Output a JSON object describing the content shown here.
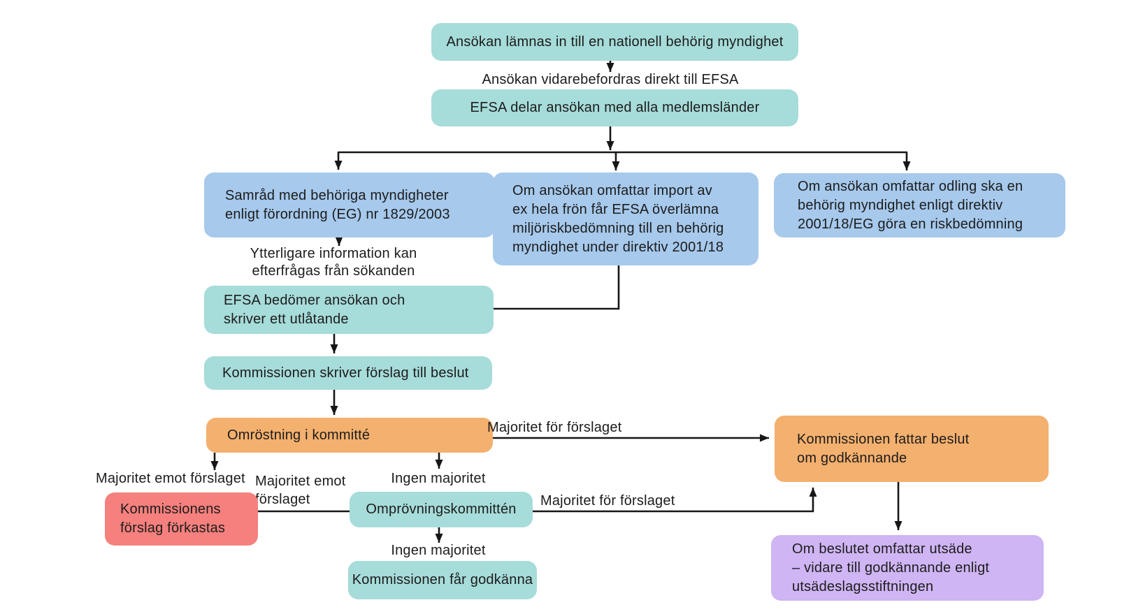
{
  "colors": {
    "teal": "#a6dcd9",
    "blue": "#a6c9ec",
    "orange": "#f4b06e",
    "red": "#f5807d",
    "purple": "#cfb5f3",
    "line": "#161616",
    "text": "#1c1c1c",
    "background": "#ffffff"
  },
  "flowchart": {
    "boxes": {
      "submit": {
        "text": "Ansökan lämnas in till en nationell behörig myndighet",
        "color": "teal"
      },
      "share": {
        "text": "EFSA delar ansökan med alla medlemsländer",
        "color": "teal"
      },
      "consult": {
        "text": "Samråd med behöriga myndigheter\nenligt förordning (EG) nr 1829/2003",
        "color": "blue"
      },
      "import": {
        "text": "Om ansökan omfattar import av\nex hela frön får EFSA överlämna\nmiljöriskbedömning till en behörig\nmyndighet under direktiv 2001/18",
        "color": "blue"
      },
      "cultivation": {
        "text": "Om ansökan omfattar odling ska en\nbehörig myndighet enligt direktiv\n2001/18/EG göra en riskbedömning",
        "color": "blue"
      },
      "assess": {
        "text": "EFSA bedömer ansökan och\nskriver ett utlåtande",
        "color": "teal"
      },
      "draft": {
        "text": "Kommissionen skriver förslag till beslut",
        "color": "teal"
      },
      "vote": {
        "text": "Omröstning i kommitté",
        "color": "orange"
      },
      "rejected": {
        "text": "Kommissionens\nförslag förkastas",
        "color": "red"
      },
      "review": {
        "text": "Omprövningskommittén",
        "color": "teal"
      },
      "approve": {
        "text": "Kommissionen får godkänna",
        "color": "teal"
      },
      "decide": {
        "text": "Kommissionen fattar beslut\nom godkännande",
        "color": "orange"
      },
      "seed": {
        "text": "Om beslutet omfattar utsäde\n– vidare till godkännande enligt\nutsädeslagsstiftningen",
        "color": "purple"
      }
    },
    "edge_labels": {
      "forward": "Ansökan vidarebefordras direkt till EFSA",
      "more_info": "Ytterligare information kan\nefterfrågas från sökanden",
      "majority_for_1": "Majoritet för förslaget",
      "majority_against_1": "Majoritet emot förslaget",
      "no_majority_1": "Ingen majoritet",
      "majority_against_2": "Majoritet emot\nförslaget",
      "majority_for_2": "Majoritet för förslaget",
      "no_majority_2": "Ingen majoritet"
    }
  }
}
